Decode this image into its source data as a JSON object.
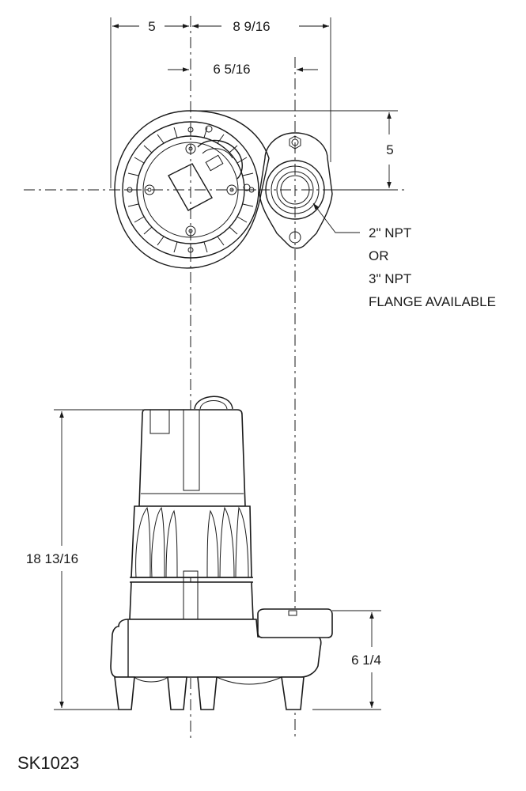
{
  "dimensions": {
    "top_left_width": "5",
    "top_right_width": "8 9/16",
    "discharge_offset": "6 5/16",
    "flange_height": "5",
    "overall_height": "18 13/16",
    "discharge_height": "6 1/4"
  },
  "callout": {
    "line1": "2\" NPT",
    "line2": "OR",
    "line3": "3\" NPT",
    "line4": "FLANGE AVAILABLE"
  },
  "model_number": "SK1023",
  "colors": {
    "line": "#1a1a1a",
    "background": "#ffffff"
  }
}
